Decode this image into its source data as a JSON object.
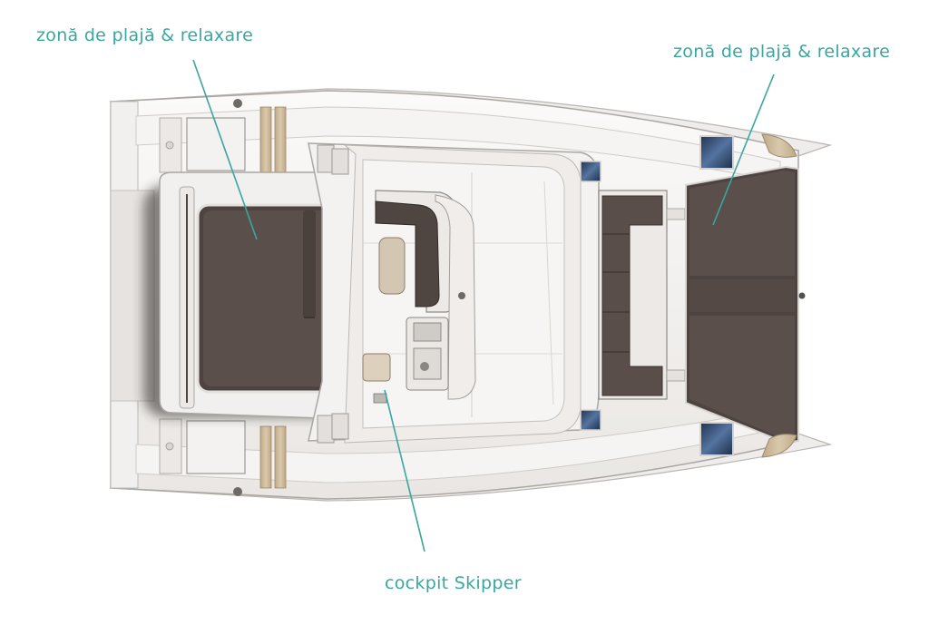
{
  "labels": {
    "beach_area_left": "zonă de plajă & relaxare",
    "beach_area_right": "zonă de plajă & relaxare",
    "skipper_cockpit": "cockpit Skipper"
  },
  "colors": {
    "label": "#3aa6a0",
    "leader_line": "#3aa6a0",
    "hull": "#f4f2f0",
    "deck": "#ebe8e6",
    "cushion": "#5b4f4b",
    "cushion_dark": "#4a403c",
    "glass": "#2e4766",
    "wood": "#c9b79a"
  }
}
